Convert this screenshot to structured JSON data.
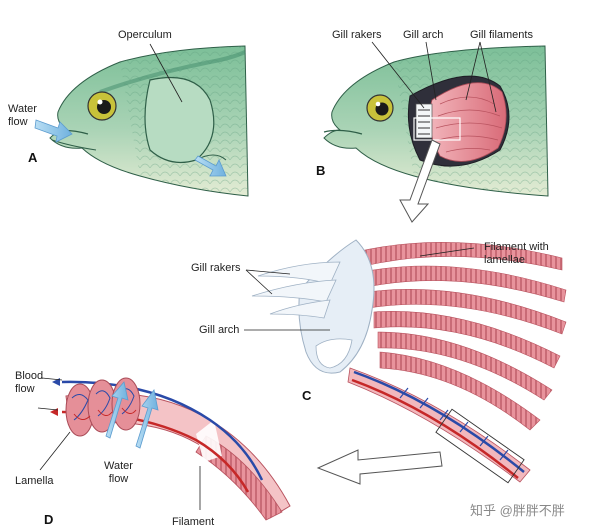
{
  "panels": [
    "A",
    "B",
    "C",
    "D"
  ],
  "labels": {
    "operculum": "Operculum",
    "water_flow_a": "Water\nflow",
    "gill_rakers_b": "Gill rakers",
    "gill_arch_b": "Gill arch",
    "gill_filaments": "Gill filaments",
    "filament_with_lamellae": "Filament with\nlamellae",
    "gill_rakers_c": "Gill rakers",
    "gill_arch_c": "Gill arch",
    "blood_flow": "Blood\nflow",
    "lamella": "Lamella",
    "water_flow_d": "Water\nflow",
    "filament": "Filament"
  },
  "watermark": "知乎 @胖胖不胖",
  "colors": {
    "fish_body": "#8fc7a5",
    "fish_dark": "#3f8a6a",
    "fish_belly": "#dfe9cf",
    "gill_pink": "#e58f98",
    "gill_dark": "#b8525e",
    "arch_white": "#e6eef6",
    "water_arrow": "#8cc3e6",
    "artery_blue": "#2a4aa8",
    "artery_red": "#c62828"
  }
}
